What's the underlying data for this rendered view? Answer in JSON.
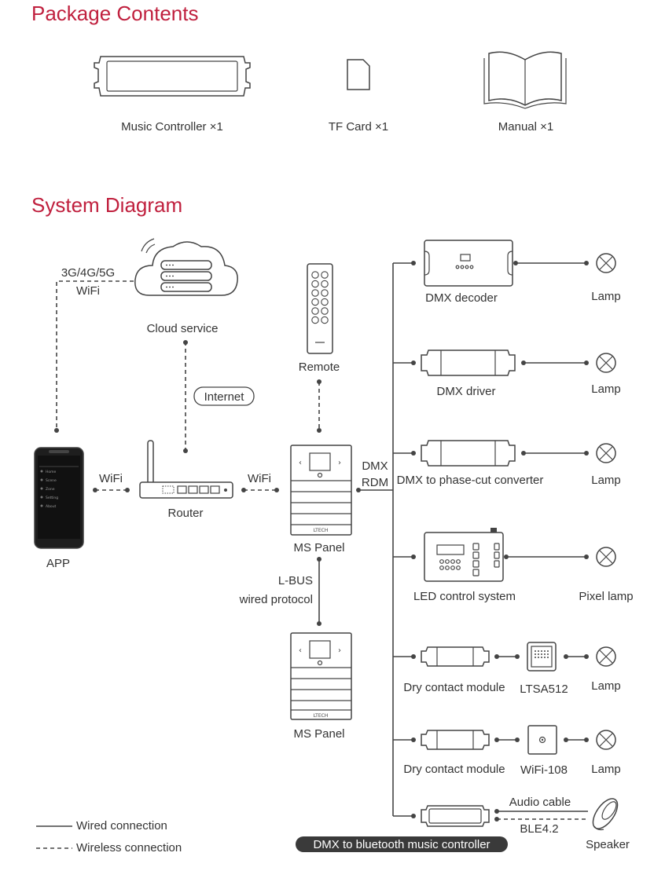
{
  "colors": {
    "heading": "#c0203e",
    "line": "#444444",
    "text": "#333333",
    "pill": "#3a3a3a"
  },
  "package": {
    "title": "Package Contents",
    "items": [
      "Music Controller ×1",
      "TF Card ×1",
      "Manual ×1"
    ]
  },
  "system": {
    "title": "System Diagram",
    "cloud": {
      "label": "Cloud service",
      "conn_label_1": "3G/4G/5G",
      "conn_label_2": "WiFi",
      "link_label": "Internet"
    },
    "app": {
      "label": "APP",
      "link_label": "WiFi"
    },
    "router": {
      "label": "Router",
      "link_label": "WiFi"
    },
    "remote": {
      "label": "Remote"
    },
    "ms_panel": {
      "label": "MS Panel",
      "brand": "LTECH"
    },
    "ms_panel_2": {
      "label": "MS Panel",
      "brand": "LTECH"
    },
    "lbus": {
      "label_1": "L-BUS",
      "label_2": "wired protocol"
    },
    "bus": {
      "label_1": "DMX",
      "label_2": "RDM"
    },
    "outputs": [
      {
        "device": "DMX decoder",
        "load": "Lamp"
      },
      {
        "device": "DMX driver",
        "load": "Lamp"
      },
      {
        "device": "DMX to phase-cut converter",
        "load": "Lamp"
      },
      {
        "device": "LED control system",
        "load": "Pixel lamp"
      },
      {
        "device": "Dry contact module",
        "sub": "LTSA512",
        "load": "Lamp"
      },
      {
        "device": "Dry contact module",
        "sub": "WiFi-108",
        "load": "Lamp"
      }
    ],
    "music": {
      "device": "DMX to bluetooth music controller",
      "wired": "Audio cable",
      "wireless": "BLE4.2",
      "load": "Speaker"
    },
    "legend": {
      "wired": "Wired connection",
      "wireless": "Wireless connection"
    },
    "phone_menu": [
      "Home",
      "Scene",
      "Zone",
      "Setting",
      "About"
    ]
  }
}
